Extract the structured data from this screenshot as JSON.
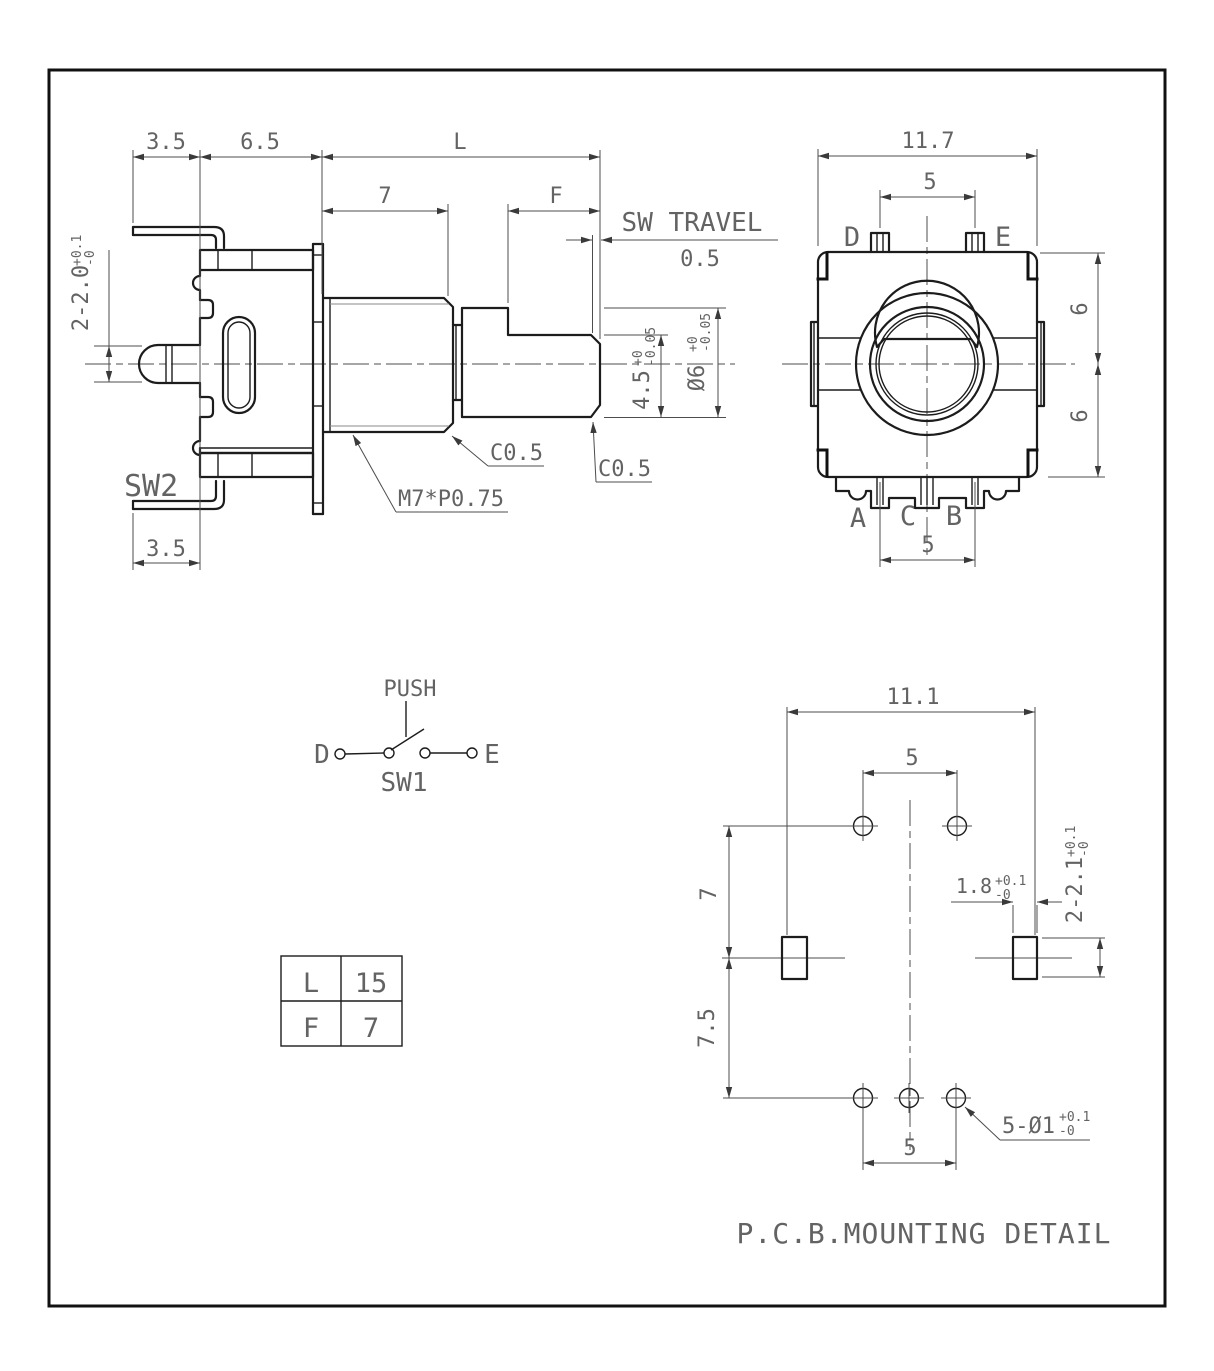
{
  "colors": {
    "ink": "#1c1c1c",
    "thin_line": "#4d4d4d",
    "text": "#636363",
    "background": "#ffffff"
  },
  "side_view": {
    "top_dims": {
      "d35": "3.5",
      "d65": "6.5",
      "dL": "L",
      "d7": "7",
      "dF": "F"
    },
    "sw_travel": {
      "label": "SW TRAVEL",
      "value": "0.5"
    },
    "pin_dim": {
      "value": "2-2.0",
      "tol_plus": "+0.1",
      "tol_minus": "-0"
    },
    "labels": {
      "sw2": "SW2",
      "bottom_35": "3.5",
      "thread": "M7*P0.75",
      "chamfer_a": "C0.5",
      "chamfer_b": "C0.5"
    },
    "shaft_flat": {
      "value": "4.5",
      "tol_plus": "+0",
      "tol_minus": "-0.05"
    },
    "shaft_dia": {
      "value": "Ø6",
      "tol_plus": "+0",
      "tol_minus": "-0.05"
    }
  },
  "front_view": {
    "dims": {
      "width": "11.7",
      "pin_pitch_top": "5",
      "upper": "6",
      "lower": "6",
      "pin_pitch_bottom": "5"
    },
    "terminals": {
      "d": "D",
      "e": "E",
      "a": "A",
      "c": "C",
      "b": "B"
    }
  },
  "switch": {
    "push": "PUSH",
    "d": "D",
    "e": "E",
    "name": "SW1"
  },
  "table": {
    "r1c1": "L",
    "r1c2": "15",
    "r2c1": "F",
    "r2c2": "7"
  },
  "pcb": {
    "dims": {
      "width": "11.1",
      "pitch_top": "5",
      "v7": "7",
      "v75": "7.5",
      "pitch_bottom": "5"
    },
    "slot_w": {
      "value": "1.8",
      "tol_plus": "+0.1",
      "tol_minus": "-0"
    },
    "slot_h": {
      "value": "2-2.1",
      "tol_plus": "+0.1",
      "tol_minus": "-0"
    },
    "holes": {
      "value": "5-Ø1",
      "tol_plus": "+0.1",
      "tol_minus": "-0"
    },
    "title": "P.C.B.MOUNTING DETAIL"
  }
}
